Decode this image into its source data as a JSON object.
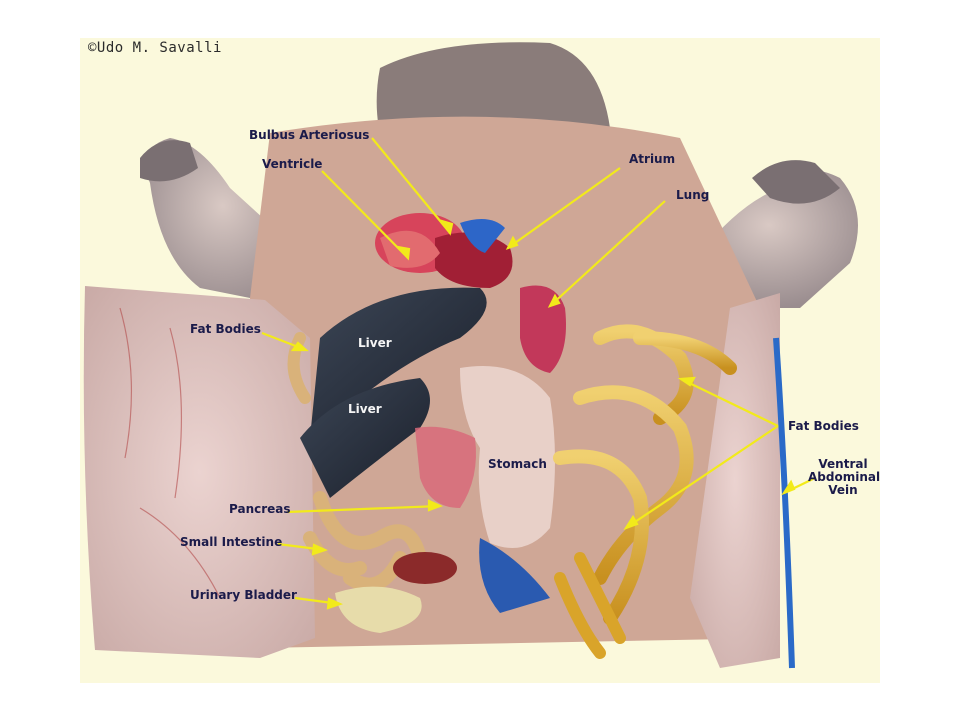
{
  "copyright": "©Udo M. Savalli",
  "colors": {
    "background": "#fbf9dc",
    "arrow": "#f2ea1a",
    "label_text": "#1b1b4a",
    "inner_label_text": "#f5f5f5"
  },
  "labels": {
    "bulbus_arteriosus": "Bulbus Arteriosus",
    "ventricle": "Ventricle",
    "atrium": "Atrium",
    "lung": "Lung",
    "fat_bodies_left": "Fat Bodies",
    "liver_upper": "Liver",
    "liver_lower": "Liver",
    "fat_bodies_right": "Fat Bodies",
    "stomach": "Stomach",
    "ventral_abdominal_vein_1": "Ventral",
    "ventral_abdominal_vein_2": "Abdominal",
    "ventral_abdominal_vein_3": "Vein",
    "pancreas": "Pancreas",
    "small_intestine": "Small Intestine",
    "urinary_bladder": "Urinary Bladder"
  }
}
